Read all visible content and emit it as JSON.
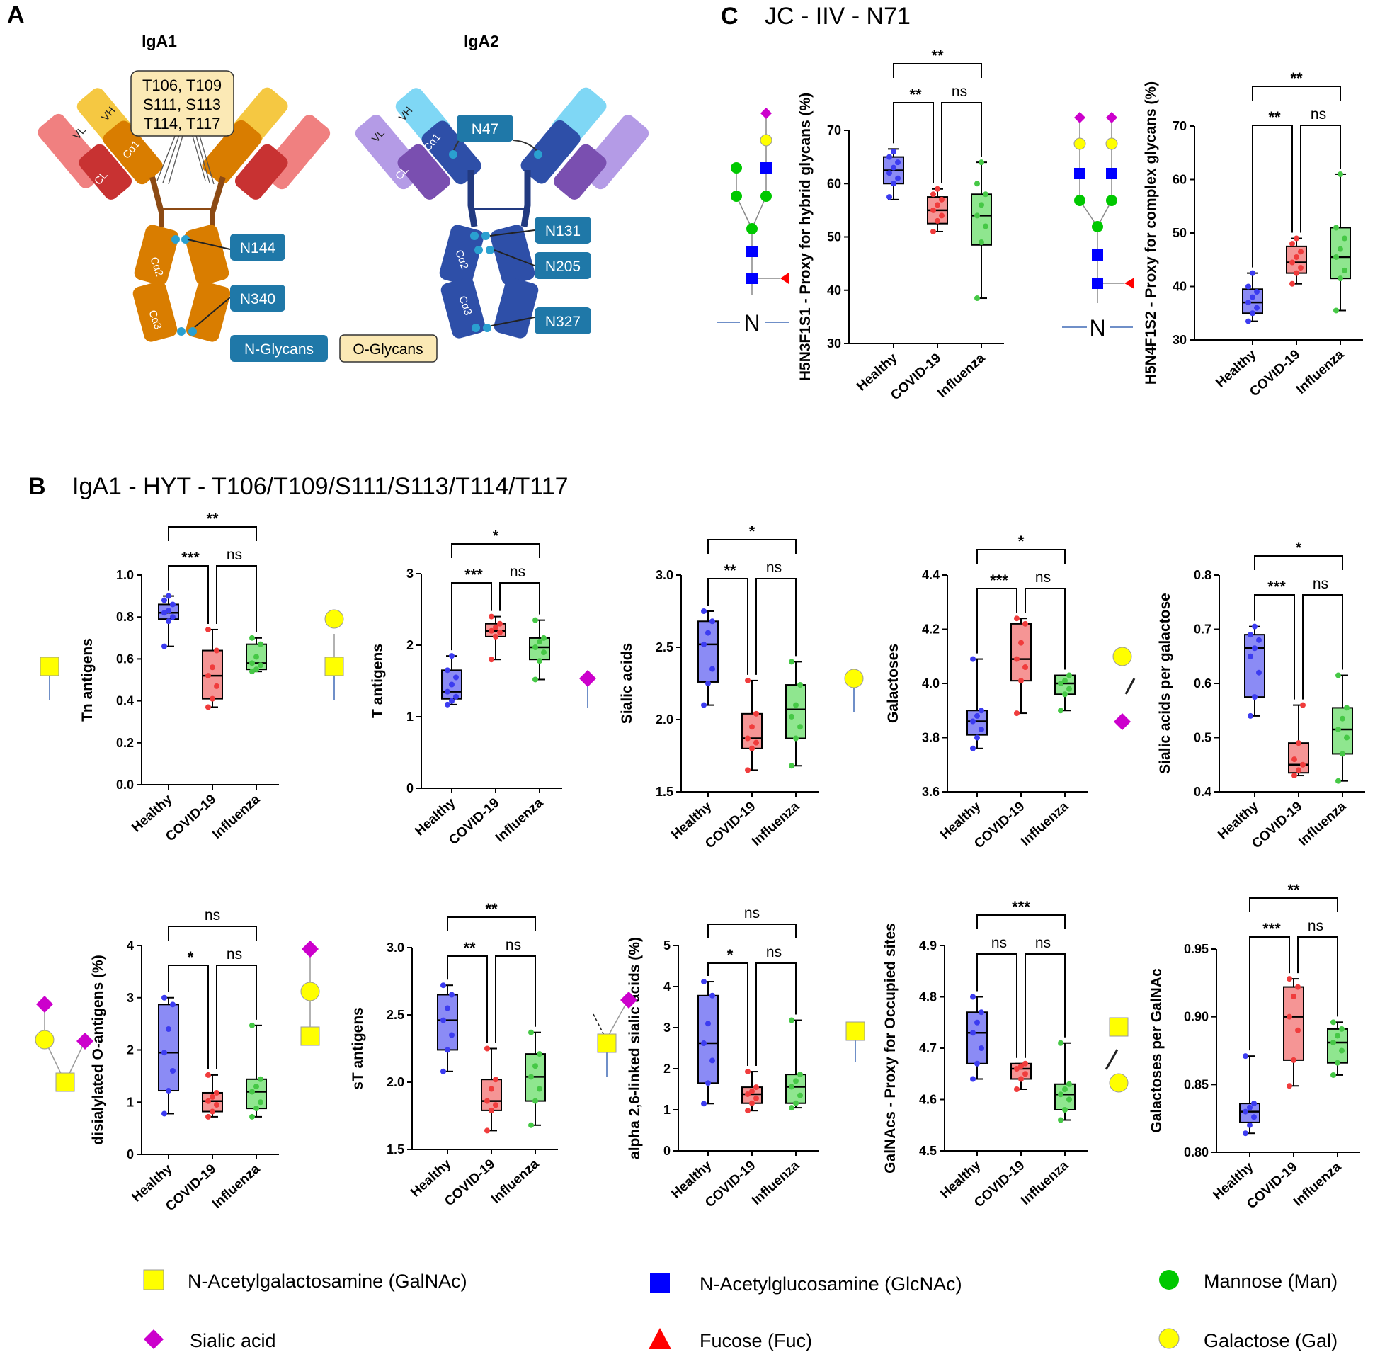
{
  "colors": {
    "healthy": "#3c3cf0",
    "covid": "#f03c3c",
    "influenza": "#46c846",
    "healthy_fill": "#8b8bf5",
    "covid_fill": "#f59595",
    "influenza_fill": "#8fe68f",
    "galnac": "#ffff00",
    "glcnac": "#0000ff",
    "mannose": "#00c800",
    "galactose": "#ffff00",
    "sialic": "#cc00cc",
    "fucose": "#ff0000",
    "site_box": "#1f78a8"
  },
  "panel_a": {
    "letter": "A",
    "iga1_title": "IgA1",
    "iga2_title": "IgA2",
    "o_sites": "T106, T109\nS111, S113\nT114, T117",
    "iga1_sites": [
      "N144",
      "N340"
    ],
    "iga2_sites": [
      "N47",
      "N131",
      "N205",
      "N327"
    ],
    "domain_labels": [
      "VL",
      "VH",
      "CL",
      "Cα1",
      "Cα2",
      "Cα3"
    ],
    "glycan_key": [
      "N-Glycans",
      "O-Glycans"
    ]
  },
  "panel_b": {
    "letter": "B",
    "title": "IgA1 - HYT - T106/T109/S111/S113/T114/T117"
  },
  "panel_c": {
    "letter": "C",
    "title": "JC - IIV -  N71",
    "glycan_root_label": "N"
  },
  "legend": {
    "galnac": "N-Acetylgalactosamine (GalNAc)",
    "glcnac": "N-Acetylglucosamine (GlcNAc)",
    "mannose": "Mannose (Man)",
    "sialic": "Sialic acid",
    "fucose": "Fucose (Fuc)",
    "galactose": "Galactose (Gal)"
  },
  "chart_data": [
    {
      "id": "hybrid",
      "type": "box",
      "categories": [
        "Healthy",
        "COVID-19",
        "Influenza"
      ],
      "ylabel": "H5N3F1S1 - Proxy for hybrid glycans (%)",
      "ylim": [
        30,
        70
      ],
      "yticks": [
        30,
        40,
        50,
        60,
        70
      ],
      "boxes": [
        {
          "min": 57,
          "q1": 60,
          "median": 62.5,
          "q3": 65,
          "max": 66.5
        },
        {
          "min": 51,
          "q1": 52.5,
          "median": 55,
          "q3": 57.5,
          "max": 59
        },
        {
          "min": 38.5,
          "q1": 48.5,
          "median": 54,
          "q3": 58,
          "max": 64
        }
      ],
      "points": [
        [
          57.5,
          60,
          61,
          62,
          63,
          64,
          65,
          66
        ],
        [
          51,
          53,
          54,
          55,
          56,
          57,
          58,
          59
        ],
        [
          38.5,
          49,
          52,
          54,
          56,
          58,
          60,
          64
        ]
      ],
      "brackets": [
        {
          "from": 0,
          "to": 2,
          "label": "**",
          "level": 2
        },
        {
          "from": 0,
          "to": 1,
          "label": "**",
          "level": 1
        },
        {
          "from": 1,
          "to": 2,
          "label": "ns",
          "level": 1
        }
      ]
    },
    {
      "id": "complex",
      "type": "box",
      "categories": [
        "Healthy",
        "COVID-19",
        "Influenza"
      ],
      "ylabel": "H5N4F1S2 - Proxy for complex glycans (%)",
      "ylim": [
        30,
        70
      ],
      "yticks": [
        30,
        40,
        50,
        60,
        70
      ],
      "boxes": [
        {
          "min": 33.5,
          "q1": 35,
          "median": 37,
          "q3": 39.5,
          "max": 42.5
        },
        {
          "min": 40.5,
          "q1": 42.5,
          "median": 44.5,
          "q3": 47.5,
          "max": 49
        },
        {
          "min": 35.5,
          "q1": 41.5,
          "median": 45.5,
          "q3": 51,
          "max": 61
        }
      ],
      "points": [
        [
          33.5,
          35,
          36,
          37,
          38,
          39,
          40,
          42.5
        ],
        [
          40.5,
          42.5,
          43.5,
          44.5,
          45.5,
          46.5,
          48,
          49
        ],
        [
          35.5,
          41.5,
          43,
          45.5,
          47,
          49,
          51,
          61
        ]
      ],
      "brackets": [
        {
          "from": 0,
          "to": 2,
          "label": "**",
          "level": 2
        },
        {
          "from": 0,
          "to": 1,
          "label": "**",
          "level": 1
        },
        {
          "from": 1,
          "to": 2,
          "label": "ns",
          "level": 1
        }
      ]
    },
    {
      "id": "tn",
      "type": "box",
      "categories": [
        "Healthy",
        "COVID-19",
        "Influenza"
      ],
      "ylabel": "Tn antigens",
      "ylim": [
        0.0,
        1.0
      ],
      "yticks": [
        0.0,
        0.2,
        0.4,
        0.6,
        0.8,
        1.0
      ],
      "tick_decimals": 1,
      "boxes": [
        {
          "min": 0.66,
          "q1": 0.79,
          "median": 0.82,
          "q3": 0.86,
          "max": 0.9
        },
        {
          "min": 0.37,
          "q1": 0.41,
          "median": 0.52,
          "q3": 0.64,
          "max": 0.74
        },
        {
          "min": 0.54,
          "q1": 0.55,
          "median": 0.58,
          "q3": 0.67,
          "max": 0.7
        }
      ],
      "points": [
        [
          0.66,
          0.78,
          0.8,
          0.82,
          0.83,
          0.86,
          0.88,
          0.9
        ],
        [
          0.37,
          0.41,
          0.47,
          0.52,
          0.56,
          0.64,
          0.74
        ],
        [
          0.54,
          0.55,
          0.57,
          0.58,
          0.61,
          0.67,
          0.7
        ]
      ],
      "brackets": [
        {
          "from": 0,
          "to": 2,
          "label": "**",
          "level": 2
        },
        {
          "from": 0,
          "to": 1,
          "label": "***",
          "level": 1
        },
        {
          "from": 1,
          "to": 2,
          "label": "ns",
          "level": 1
        }
      ]
    },
    {
      "id": "t",
      "type": "box",
      "categories": [
        "Healthy",
        "COVID-19",
        "Influenza"
      ],
      "ylabel": "T antigens",
      "ylim": [
        0,
        3
      ],
      "yticks": [
        0,
        1,
        2,
        3
      ],
      "boxes": [
        {
          "min": 1.17,
          "q1": 1.25,
          "median": 1.35,
          "q3": 1.65,
          "max": 1.85
        },
        {
          "min": 1.8,
          "q1": 2.12,
          "median": 2.2,
          "q3": 2.3,
          "max": 2.4
        },
        {
          "min": 1.52,
          "q1": 1.8,
          "median": 1.97,
          "q3": 2.1,
          "max": 2.35
        }
      ],
      "points": [
        [
          1.17,
          1.22,
          1.28,
          1.35,
          1.45,
          1.55,
          1.65,
          1.85
        ],
        [
          1.8,
          2.12,
          2.18,
          2.2,
          2.25,
          2.3,
          2.4
        ],
        [
          1.52,
          1.78,
          1.9,
          1.97,
          2.05,
          2.1,
          2.35
        ]
      ],
      "brackets": [
        {
          "from": 0,
          "to": 2,
          "label": "*",
          "level": 2
        },
        {
          "from": 0,
          "to": 1,
          "label": "***",
          "level": 1
        },
        {
          "from": 1,
          "to": 2,
          "label": "ns",
          "level": 1
        }
      ]
    },
    {
      "id": "sialic",
      "type": "box",
      "categories": [
        "Healthy",
        "COVID-19",
        "Influenza"
      ],
      "ylabel": "Sialic acids",
      "ylim": [
        1.5,
        3.0
      ],
      "yticks": [
        1.5,
        2.0,
        2.5,
        3.0
      ],
      "tick_decimals": 1,
      "boxes": [
        {
          "min": 2.1,
          "q1": 2.26,
          "median": 2.52,
          "q3": 2.68,
          "max": 2.75
        },
        {
          "min": 1.65,
          "q1": 1.8,
          "median": 1.87,
          "q3": 2.04,
          "max": 2.27
        },
        {
          "min": 1.68,
          "q1": 1.87,
          "median": 2.07,
          "q3": 2.24,
          "max": 2.4
        }
      ],
      "points": [
        [
          2.1,
          2.25,
          2.35,
          2.52,
          2.6,
          2.68,
          2.75
        ],
        [
          1.65,
          1.8,
          1.84,
          1.87,
          1.95,
          2.04,
          2.27
        ],
        [
          1.68,
          1.87,
          1.95,
          2.02,
          2.1,
          2.24,
          2.4
        ]
      ],
      "brackets": [
        {
          "from": 0,
          "to": 2,
          "label": "*",
          "level": 2
        },
        {
          "from": 0,
          "to": 1,
          "label": "**",
          "level": 1
        },
        {
          "from": 1,
          "to": 2,
          "label": "ns",
          "level": 1
        }
      ]
    },
    {
      "id": "galactoses",
      "type": "box",
      "categories": [
        "Healthy",
        "COVID-19",
        "Influenza"
      ],
      "ylabel": "Galactoses",
      "ylim": [
        3.6,
        4.4
      ],
      "yticks": [
        3.6,
        3.8,
        4.0,
        4.2,
        4.4
      ],
      "tick_decimals": 1,
      "boxes": [
        {
          "min": 3.76,
          "q1": 3.81,
          "median": 3.86,
          "q3": 3.9,
          "max": 4.09
        },
        {
          "min": 3.89,
          "q1": 4.01,
          "median": 4.09,
          "q3": 4.22,
          "max": 4.24
        },
        {
          "min": 3.9,
          "q1": 3.96,
          "median": 4.0,
          "q3": 4.03,
          "max": 4.03
        }
      ],
      "points": [
        [
          3.76,
          3.8,
          3.83,
          3.86,
          3.88,
          3.9,
          4.09
        ],
        [
          3.89,
          4.01,
          4.06,
          4.09,
          4.15,
          4.22,
          4.24
        ],
        [
          3.9,
          3.96,
          3.98,
          4.0,
          4.01,
          4.03
        ]
      ],
      "brackets": [
        {
          "from": 0,
          "to": 2,
          "label": "*",
          "level": 2
        },
        {
          "from": 0,
          "to": 1,
          "label": "***",
          "level": 1
        },
        {
          "from": 1,
          "to": 2,
          "label": "ns",
          "level": 1
        }
      ]
    },
    {
      "id": "sia_per_gal",
      "type": "box",
      "categories": [
        "Healthy",
        "COVID-19",
        "Influenza"
      ],
      "ylabel": "Sialic acids per galactose",
      "ylim": [
        0.4,
        0.8
      ],
      "yticks": [
        0.4,
        0.5,
        0.6,
        0.7,
        0.8
      ],
      "tick_decimals": 1,
      "boxes": [
        {
          "min": 0.54,
          "q1": 0.575,
          "median": 0.665,
          "q3": 0.69,
          "max": 0.705
        },
        {
          "min": 0.43,
          "q1": 0.435,
          "median": 0.45,
          "q3": 0.49,
          "max": 0.56
        },
        {
          "min": 0.42,
          "q1": 0.47,
          "median": 0.515,
          "q3": 0.555,
          "max": 0.615
        }
      ],
      "points": [
        [
          0.54,
          0.575,
          0.62,
          0.65,
          0.665,
          0.68,
          0.69,
          0.705
        ],
        [
          0.43,
          0.44,
          0.45,
          0.46,
          0.49,
          0.56
        ],
        [
          0.42,
          0.47,
          0.5,
          0.515,
          0.535,
          0.555,
          0.615
        ]
      ],
      "brackets": [
        {
          "from": 0,
          "to": 2,
          "label": "*",
          "level": 2
        },
        {
          "from": 0,
          "to": 1,
          "label": "***",
          "level": 1
        },
        {
          "from": 1,
          "to": 2,
          "label": "ns",
          "level": 1
        }
      ]
    },
    {
      "id": "disialylated",
      "type": "box",
      "categories": [
        "Healthy",
        "COVID-19",
        "Influenza"
      ],
      "ylabel": "disialylated O-antigens (%)",
      "ylim": [
        0,
        4
      ],
      "yticks": [
        0,
        1,
        2,
        3,
        4
      ],
      "boxes": [
        {
          "min": 0.78,
          "q1": 1.22,
          "median": 1.95,
          "q3": 2.87,
          "max": 3.0
        },
        {
          "min": 0.72,
          "q1": 0.82,
          "median": 1.02,
          "q3": 1.18,
          "max": 1.52
        },
        {
          "min": 0.72,
          "q1": 0.88,
          "median": 1.2,
          "q3": 1.44,
          "max": 2.47
        }
      ],
      "points": [
        [
          0.78,
          1.22,
          1.6,
          1.95,
          2.4,
          2.87,
          3.0
        ],
        [
          0.72,
          0.82,
          0.95,
          1.02,
          1.1,
          1.18,
          1.52
        ],
        [
          0.72,
          0.88,
          1.0,
          1.2,
          1.3,
          1.44,
          2.47
        ]
      ],
      "brackets": [
        {
          "from": 0,
          "to": 2,
          "label": "ns",
          "level": 2
        },
        {
          "from": 0,
          "to": 1,
          "label": "*",
          "level": 1
        },
        {
          "from": 1,
          "to": 2,
          "label": "ns",
          "level": 1
        }
      ]
    },
    {
      "id": "st",
      "type": "box",
      "categories": [
        "Healthy",
        "COVID-19",
        "Influenza"
      ],
      "ylabel": "sT antigens",
      "ylim": [
        1.5,
        3.0
      ],
      "yticks": [
        1.5,
        2.0,
        2.5,
        3.0
      ],
      "tick_decimals": 1,
      "boxes": [
        {
          "min": 2.08,
          "q1": 2.24,
          "median": 2.46,
          "q3": 2.65,
          "max": 2.72
        },
        {
          "min": 1.64,
          "q1": 1.79,
          "median": 1.86,
          "q3": 2.02,
          "max": 2.25
        },
        {
          "min": 1.68,
          "q1": 1.86,
          "median": 2.04,
          "q3": 2.21,
          "max": 2.37
        }
      ],
      "points": [
        [
          2.08,
          2.24,
          2.35,
          2.46,
          2.55,
          2.65,
          2.72
        ],
        [
          1.64,
          1.79,
          1.83,
          1.86,
          1.95,
          2.02,
          2.25
        ],
        [
          1.68,
          1.86,
          1.95,
          2.04,
          2.12,
          2.21,
          2.37
        ]
      ],
      "brackets": [
        {
          "from": 0,
          "to": 2,
          "label": "**",
          "level": 2
        },
        {
          "from": 0,
          "to": 1,
          "label": "**",
          "level": 1
        },
        {
          "from": 1,
          "to": 2,
          "label": "ns",
          "level": 1
        }
      ]
    },
    {
      "id": "alpha26",
      "type": "box",
      "categories": [
        "Healthy",
        "COVID-19",
        "Influenza"
      ],
      "ylabel": "alpha 2,6-linked sialic acids (%)",
      "ylim": [
        0,
        5
      ],
      "yticks": [
        0,
        1,
        2,
        3,
        4,
        5
      ],
      "boxes": [
        {
          "min": 1.15,
          "q1": 1.65,
          "median": 2.62,
          "q3": 3.78,
          "max": 4.12
        },
        {
          "min": 0.98,
          "q1": 1.16,
          "median": 1.38,
          "q3": 1.55,
          "max": 1.93
        },
        {
          "min": 1.05,
          "q1": 1.16,
          "median": 1.56,
          "q3": 1.86,
          "max": 3.18
        }
      ],
      "points": [
        [
          1.15,
          1.65,
          2.2,
          2.62,
          3.1,
          3.78,
          4.12
        ],
        [
          0.98,
          1.16,
          1.28,
          1.38,
          1.45,
          1.55,
          1.93
        ],
        [
          1.05,
          1.16,
          1.35,
          1.56,
          1.7,
          1.86,
          3.18
        ]
      ],
      "brackets": [
        {
          "from": 0,
          "to": 2,
          "label": "ns",
          "level": 2
        },
        {
          "from": 0,
          "to": 1,
          "label": "*",
          "level": 1
        },
        {
          "from": 1,
          "to": 2,
          "label": "ns",
          "level": 1
        }
      ]
    },
    {
      "id": "galnacs",
      "type": "box",
      "categories": [
        "Healthy",
        "COVID-19",
        "Influenza"
      ],
      "ylabel": "GalNAcs - Proxy for Occupied sites",
      "ylim": [
        4.5,
        4.9
      ],
      "yticks": [
        4.5,
        4.6,
        4.7,
        4.8,
        4.9
      ],
      "tick_decimals": 1,
      "boxes": [
        {
          "min": 4.64,
          "q1": 4.67,
          "median": 4.73,
          "q3": 4.77,
          "max": 4.8
        },
        {
          "min": 4.62,
          "q1": 4.64,
          "median": 4.66,
          "q3": 4.67,
          "max": 4.67
        },
        {
          "min": 4.56,
          "q1": 4.58,
          "median": 4.61,
          "q3": 4.63,
          "max": 4.71
        }
      ],
      "points": [
        [
          4.64,
          4.67,
          4.7,
          4.73,
          4.75,
          4.77,
          4.8
        ],
        [
          4.62,
          4.64,
          4.65,
          4.66,
          4.665,
          4.67
        ],
        [
          4.56,
          4.58,
          4.6,
          4.61,
          4.62,
          4.63,
          4.71
        ]
      ],
      "brackets": [
        {
          "from": 0,
          "to": 2,
          "label": "***",
          "level": 2
        },
        {
          "from": 0,
          "to": 1,
          "label": "ns",
          "level": 1
        },
        {
          "from": 1,
          "to": 2,
          "label": "ns",
          "level": 1
        }
      ]
    },
    {
      "id": "gal_per_galnac",
      "type": "box",
      "categories": [
        "Healthy",
        "COVID-19",
        "Influenza"
      ],
      "ylabel": "Galactoses per GalNAc",
      "ylim": [
        0.8,
        0.95
      ],
      "yticks": [
        0.8,
        0.85,
        0.9,
        0.95
      ],
      "tick_decimals": 2,
      "boxes": [
        {
          "min": 0.814,
          "q1": 0.822,
          "median": 0.83,
          "q3": 0.836,
          "max": 0.871
        },
        {
          "min": 0.849,
          "q1": 0.868,
          "median": 0.9,
          "q3": 0.922,
          "max": 0.928
        },
        {
          "min": 0.857,
          "q1": 0.866,
          "median": 0.881,
          "q3": 0.891,
          "max": 0.896
        }
      ],
      "points": [
        [
          0.814,
          0.82,
          0.826,
          0.83,
          0.833,
          0.836,
          0.871
        ],
        [
          0.849,
          0.868,
          0.89,
          0.9,
          0.915,
          0.922,
          0.928
        ],
        [
          0.857,
          0.866,
          0.875,
          0.881,
          0.886,
          0.891,
          0.896
        ]
      ],
      "brackets": [
        {
          "from": 0,
          "to": 2,
          "label": "**",
          "level": 2
        },
        {
          "from": 0,
          "to": 1,
          "label": "***",
          "level": 1
        },
        {
          "from": 1,
          "to": 2,
          "label": "ns",
          "level": 1
        }
      ]
    }
  ]
}
